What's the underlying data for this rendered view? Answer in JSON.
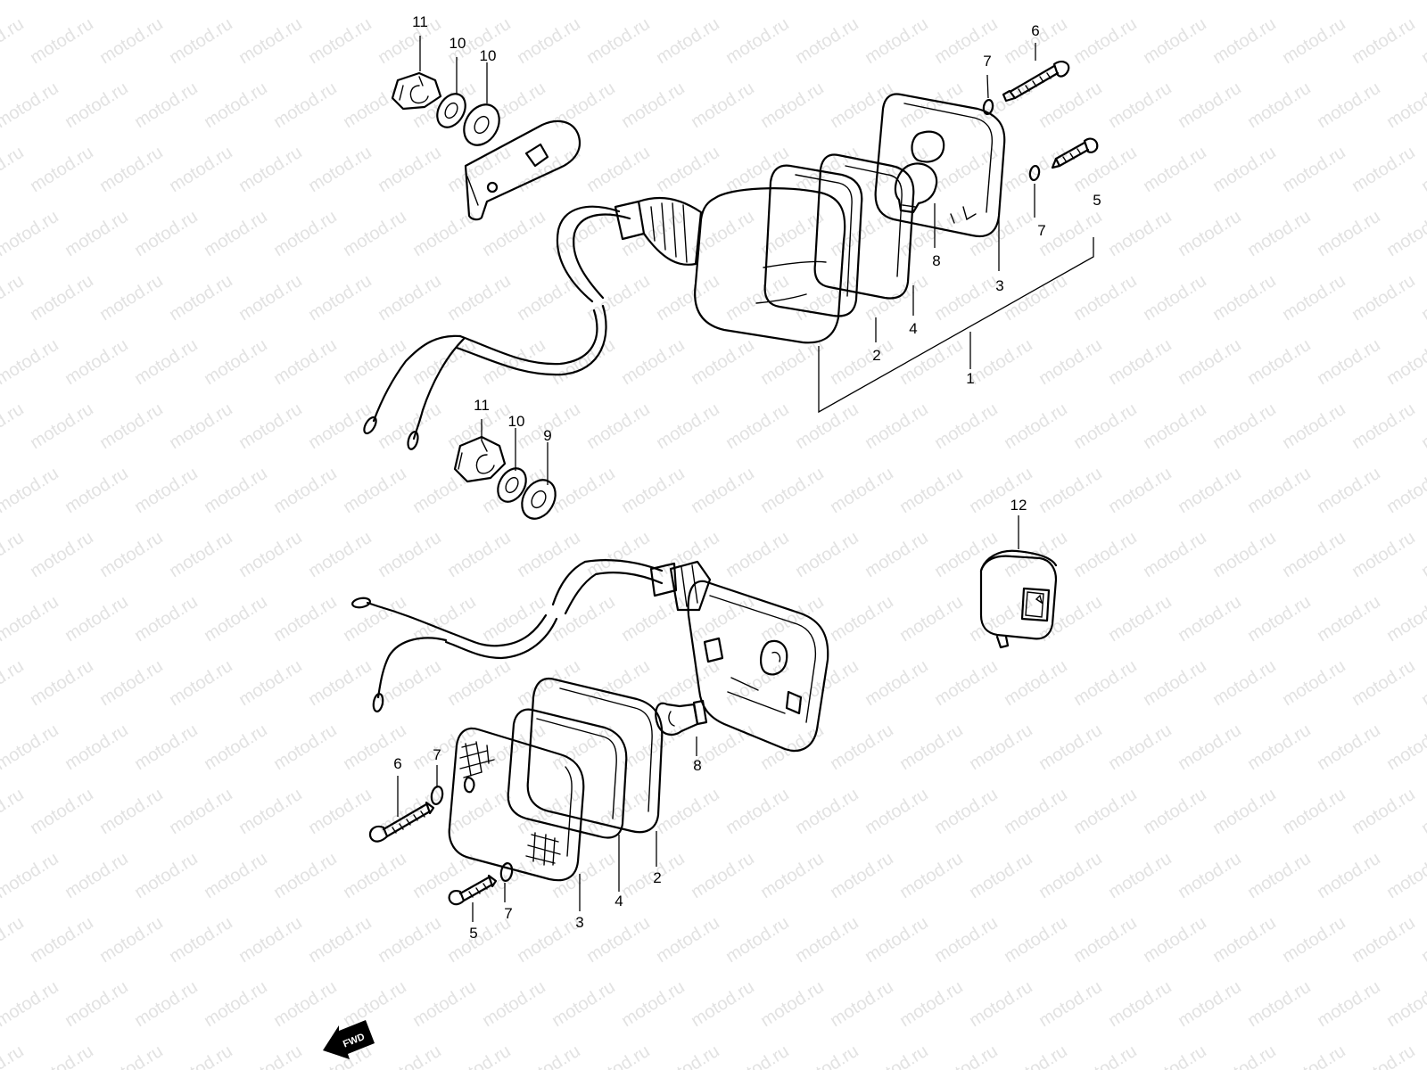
{
  "watermark": "motod.ru",
  "direction_badge": "FWD",
  "callouts": {
    "c1": "1",
    "c2a": "2",
    "c2b": "2",
    "c3a": "3",
    "c3b": "3",
    "c4a": "4",
    "c4b": "4",
    "c5a": "5",
    "c5b": "5",
    "c6a": "6",
    "c6b": "6",
    "c7a": "7",
    "c7b": "7",
    "c7c": "7",
    "c7d": "7",
    "c8a": "8",
    "c8b": "8",
    "c9": "9",
    "c10a": "10",
    "c10b": "10",
    "c10c": "10",
    "c11a": "11",
    "c11b": "11",
    "c12": "12"
  }
}
